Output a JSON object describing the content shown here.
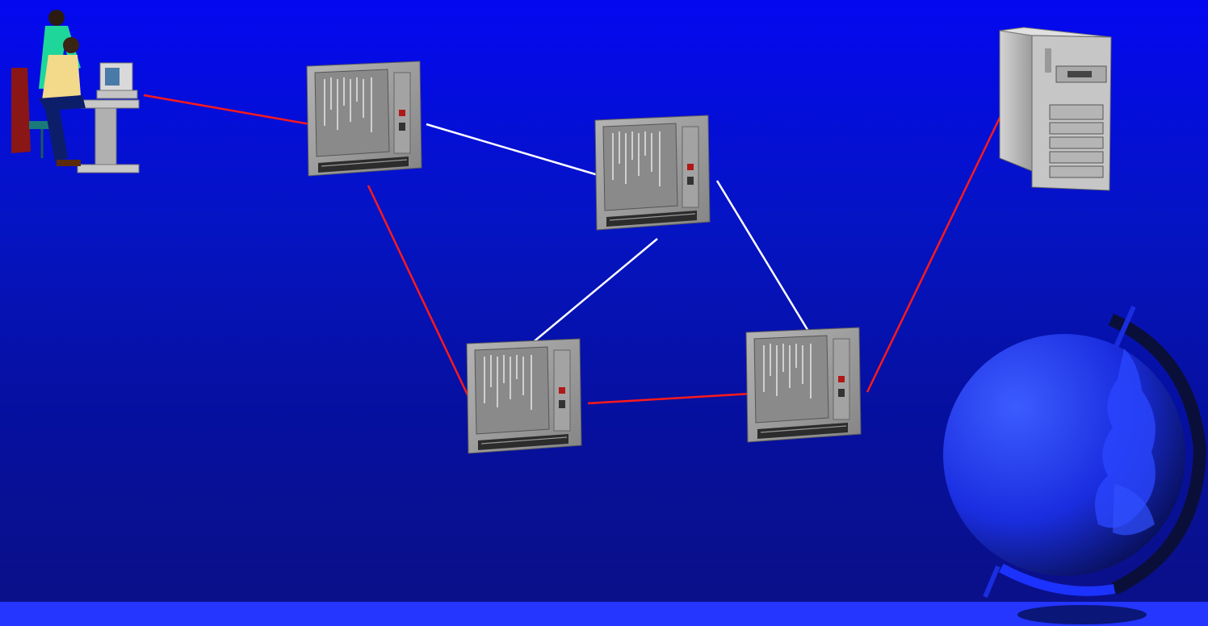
{
  "diagram": {
    "type": "network-topology",
    "nodes": [
      {
        "id": "user-workstation",
        "icon": "user-at-computer-icon"
      },
      {
        "id": "switch-1",
        "icon": "rack-switch-icon"
      },
      {
        "id": "switch-2",
        "icon": "rack-switch-icon"
      },
      {
        "id": "switch-3",
        "icon": "rack-switch-icon"
      },
      {
        "id": "switch-4",
        "icon": "rack-switch-icon"
      },
      {
        "id": "server",
        "icon": "tower-server-icon"
      }
    ],
    "links": [
      {
        "from": "user-workstation",
        "to": "switch-1",
        "color": "#ff1a1a"
      },
      {
        "from": "switch-1",
        "to": "switch-2",
        "color": "#ffffff"
      },
      {
        "from": "switch-1",
        "to": "switch-3",
        "color": "#ff1a1a"
      },
      {
        "from": "switch-2",
        "to": "switch-3",
        "color": "#ffffff"
      },
      {
        "from": "switch-2",
        "to": "switch-4",
        "color": "#ffffff"
      },
      {
        "from": "switch-3",
        "to": "switch-4",
        "color": "#ff1a1a"
      },
      {
        "from": "switch-4",
        "to": "server",
        "color": "#ff1a1a"
      }
    ],
    "decorations": [
      {
        "id": "globe",
        "icon": "globe-icon"
      }
    ]
  },
  "colors": {
    "background_top": "#0408f0",
    "background_bottom": "#0b1086",
    "path_highlight": "#ff1a1a",
    "path_alternate": "#ffffff",
    "bottom_bar": "#2436ff"
  }
}
